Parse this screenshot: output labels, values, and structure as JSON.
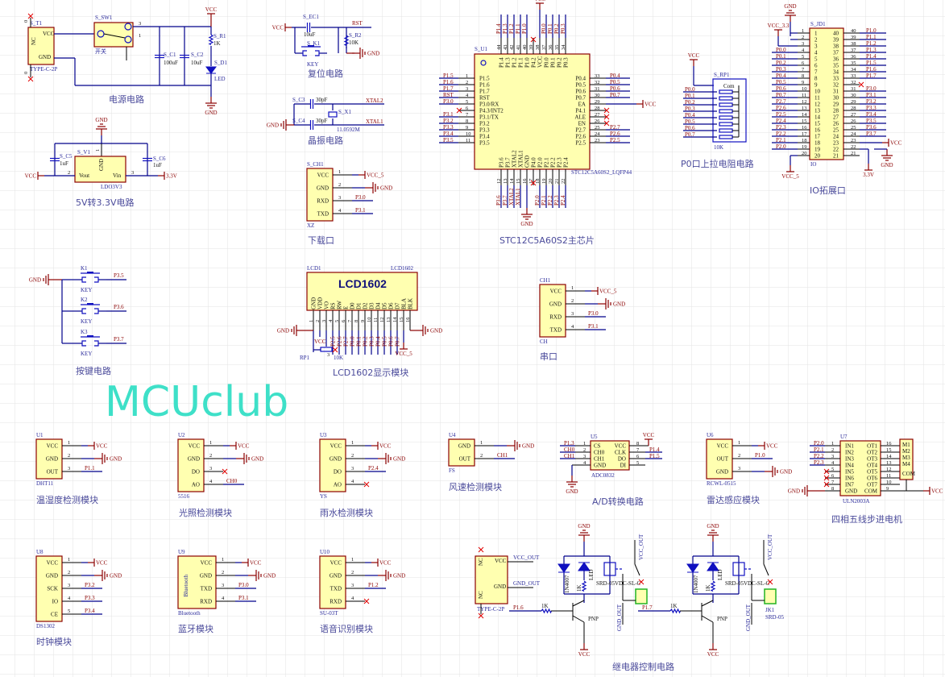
{
  "watermark": "MCUclub",
  "colors": {
    "wire": "#00008b",
    "part_border": "#8b0000",
    "part_fill": "#ffffb0",
    "net": "#8b0000",
    "title": "#4b4b9b",
    "grid": "#e3e3e3"
  },
  "power": {
    "title": "电源电路",
    "usb_ref": "S_T1",
    "usb_part": "TYPE-C-2P",
    "nc": "NC",
    "vcc": "VCC",
    "gnd": "GND",
    "n0": "0",
    "n1": "1",
    "n2": "2",
    "sw_ref": "S_SW1",
    "sw_part": "开关",
    "sw3": "3",
    "sw1": "1",
    "c1_ref": "S_C1",
    "c1_val": "100uF",
    "c2_ref": "S_C2",
    "c2_val": "10uF",
    "vcc_net": "VCC",
    "r_ref": "S_R1",
    "r_val": "1K",
    "d_ref": "S_D1",
    "d_val": "LED",
    "gnd_net": "GND"
  },
  "reset": {
    "title": "复位电路",
    "vcc": "VCC",
    "ec_ref": "S_EC1",
    "ec_val": "10uF",
    "k_ref": "S_K1",
    "k_val": "KEY",
    "rst": "RST",
    "r_ref": "S_R2",
    "r_val": "10K",
    "gnd": "GND"
  },
  "crystal": {
    "title": "晶振电路",
    "c3_ref": "S_C3",
    "c3_val": "30pF",
    "c4_ref": "S_C4",
    "c4_val": "30pF",
    "x_ref": "S_X1",
    "x_val": "11.0592M",
    "xtal2": "XTAL2",
    "xtal1": "XTAL1",
    "gnd": "GND"
  },
  "ldo": {
    "title": "5V转3.3V电路",
    "ref": "S_V1",
    "part": "LDO3V3",
    "gnd_pin": "GND",
    "vout": "Vout",
    "vin": "Vin",
    "p1": "1",
    "p2": "2",
    "p3": "3",
    "c5_ref": "S_C5",
    "c5_val": "1uF",
    "c6_ref": "S_C6",
    "c6_val": "1uF",
    "vcc": "VCC",
    "v33": "3.3V",
    "gnd": "GND"
  },
  "keys": {
    "title": "按键电路",
    "gnd": "GND",
    "items": [
      {
        "ref": "K1",
        "val": "KEY",
        "net": "P3.5"
      },
      {
        "ref": "K2",
        "val": "KEY",
        "net": "P3.6"
      },
      {
        "ref": "K3",
        "val": "KEY",
        "net": "P3.7"
      }
    ]
  },
  "mcu": {
    "title": "STC12C5A60S2主芯片",
    "ref": "S_U1",
    "part": "STC12C5A60S2_LQFP44",
    "vcc": "VCC",
    "gnd": "GND",
    "left": [
      {
        "num": "1",
        "pin": "P1.5",
        "net": "P1.5"
      },
      {
        "num": "2",
        "pin": "P1.6",
        "net": "P1.6"
      },
      {
        "num": "3",
        "pin": "P1.7",
        "net": "P1.7"
      },
      {
        "num": "4",
        "pin": "RST",
        "net": "RST"
      },
      {
        "num": "5",
        "pin": "P3.0/RX",
        "net": "P3.0"
      },
      {
        "num": "6",
        "pin": "P4.3/INT2",
        "net": ""
      },
      {
        "num": "7",
        "pin": "P3.1/TX",
        "net": "P3.1"
      },
      {
        "num": "8",
        "pin": "P3.2",
        "net": "P3.2"
      },
      {
        "num": "9",
        "pin": "P3.3",
        "net": "P3.3"
      },
      {
        "num": "10",
        "pin": "P3.4",
        "net": "P3.4"
      },
      {
        "num": "11",
        "pin": "P3.5",
        "net": "P3.5"
      }
    ],
    "right": [
      {
        "num": "33",
        "pin": "P0.4",
        "net": "P0.4"
      },
      {
        "num": "32",
        "pin": "P0.5",
        "net": "P0.5"
      },
      {
        "num": "31",
        "pin": "P0.6",
        "net": "P0.6"
      },
      {
        "num": "30",
        "pin": "P0.7",
        "net": "P0.7"
      },
      {
        "num": "29",
        "pin": "EA",
        "net": ""
      },
      {
        "num": "28",
        "pin": "P4.1",
        "net": ""
      },
      {
        "num": "27",
        "pin": "ALE",
        "net": ""
      },
      {
        "num": "26",
        "pin": "EN",
        "net": ""
      },
      {
        "num": "25",
        "pin": "P2.7",
        "net": "P2.7"
      },
      {
        "num": "24",
        "pin": "P2.6",
        "net": "P2.6"
      },
      {
        "num": "23",
        "pin": "P2.5",
        "net": "P2.5"
      }
    ],
    "top": [
      {
        "num": "44",
        "pin": "P1.4",
        "net": "P1.4"
      },
      {
        "num": "43",
        "pin": "P1.3",
        "net": "P1.3"
      },
      {
        "num": "42",
        "pin": "P1.2",
        "net": "P1.2"
      },
      {
        "num": "41",
        "pin": "P1.1",
        "net": "P1.1"
      },
      {
        "num": "40",
        "pin": "P1.0",
        "net": "P1.0"
      },
      {
        "num": "39",
        "pin": "P4.2",
        "net": ""
      },
      {
        "num": "38",
        "pin": "VCC",
        "net": ""
      },
      {
        "num": "37",
        "pin": "P0.0",
        "net": "P0.0"
      },
      {
        "num": "36",
        "pin": "P0.1",
        "net": "P0.1"
      },
      {
        "num": "35",
        "pin": "P0.2",
        "net": "P0.2"
      },
      {
        "num": "34",
        "pin": "P0.3",
        "net": "P0.3"
      }
    ],
    "bottom": [
      {
        "num": "12",
        "pin": "P3.6",
        "net": "P3.6"
      },
      {
        "num": "13",
        "pin": "P3.7",
        "net": "P3.7"
      },
      {
        "num": "14",
        "pin": "XTAL2",
        "net": "XTAL2"
      },
      {
        "num": "15",
        "pin": "XTAL1",
        "net": "XTAL1"
      },
      {
        "num": "16",
        "pin": "GND",
        "net": ""
      },
      {
        "num": "17",
        "pin": "P4.0",
        "net": ""
      },
      {
        "num": "18",
        "pin": "P2.0",
        "net": "P2.0"
      },
      {
        "num": "19",
        "pin": "P2.1",
        "net": "P2.1"
      },
      {
        "num": "20",
        "pin": "P2.2",
        "net": "P2.2"
      },
      {
        "num": "21",
        "pin": "P2.3",
        "net": "P2.3"
      },
      {
        "num": "22",
        "pin": "P2.4",
        "net": "P2.4"
      }
    ]
  },
  "pullup": {
    "title": "P0口上拉电阻电路",
    "ref": "S_RP1",
    "val": "10K",
    "com": "Com",
    "vcc": "VCC",
    "nets": [
      "P0.0",
      "P0.1",
      "P0.2",
      "P0.3",
      "P0.4",
      "P0.5",
      "P0.6",
      "P0.7"
    ]
  },
  "io": {
    "title": "IO拓展口",
    "ref": "S_JD1",
    "part": "IO",
    "gnd": "GND",
    "vcc33": "VCC_3.3",
    "vcc5": "VCC_5",
    "v33": "3.3V",
    "vcc": "VCC",
    "gnd2": "GND",
    "left": [
      {
        "num": "1",
        "net": ""
      },
      {
        "num": "2",
        "net": ""
      },
      {
        "num": "3",
        "net": ""
      },
      {
        "num": "4",
        "net": "P0.0"
      },
      {
        "num": "5",
        "net": "P0.1"
      },
      {
        "num": "6",
        "net": "P0.2"
      },
      {
        "num": "7",
        "net": "P0.3"
      },
      {
        "num": "8",
        "net": "P0.4"
      },
      {
        "num": "9",
        "net": "P0.5"
      },
      {
        "num": "10",
        "net": "P0.6"
      },
      {
        "num": "11",
        "net": "P0.7"
      },
      {
        "num": "12",
        "net": "P2.7"
      },
      {
        "num": "13",
        "net": "P2.6"
      },
      {
        "num": "14",
        "net": "P2.5"
      },
      {
        "num": "15",
        "net": "P2.4"
      },
      {
        "num": "16",
        "net": "P2.3"
      },
      {
        "num": "17",
        "net": "P2.2"
      },
      {
        "num": "18",
        "net": "P2.1"
      },
      {
        "num": "19",
        "net": "P2.0"
      },
      {
        "num": "20",
        "net": ""
      }
    ],
    "right": [
      {
        "num": "40",
        "net": "P1.0"
      },
      {
        "num": "39",
        "net": "P1.1"
      },
      {
        "num": "38",
        "net": "P1.2"
      },
      {
        "num": "37",
        "net": "P1.3"
      },
      {
        "num": "36",
        "net": "P1.4"
      },
      {
        "num": "35",
        "net": "P1.5"
      },
      {
        "num": "34",
        "net": "P1.6"
      },
      {
        "num": "33",
        "net": "P1.7"
      },
      {
        "num": "32",
        "net": ""
      },
      {
        "num": "31",
        "net": "P3.0"
      },
      {
        "num": "30",
        "net": "P3.1"
      },
      {
        "num": "29",
        "net": "P3.2"
      },
      {
        "num": "28",
        "net": "P3.3"
      },
      {
        "num": "27",
        "net": "P3.4"
      },
      {
        "num": "26",
        "net": "P3.5"
      },
      {
        "num": "25",
        "net": "P3.6"
      },
      {
        "num": "24",
        "net": "P3.7"
      },
      {
        "num": "23",
        "net": ""
      },
      {
        "num": "22",
        "net": ""
      },
      {
        "num": "21",
        "net": ""
      }
    ]
  },
  "lcd": {
    "title": "LCD1602显示模块",
    "ref": "LCD1",
    "part": "LCD1602",
    "name": "LCD1602",
    "gnd": "GND",
    "gnd2": "GND",
    "vcc": "VCC",
    "vcc5": "VCC_5",
    "rp_ref": "RP1",
    "rp_val": "10K",
    "rp3": "3",
    "pins": [
      {
        "num": "1",
        "pin": "GND",
        "net": ""
      },
      {
        "num": "2",
        "pin": "VDD",
        "net": ""
      },
      {
        "num": "3",
        "pin": "VO",
        "net": ""
      },
      {
        "num": "4",
        "pin": "RS",
        "net": "P2.5"
      },
      {
        "num": "5",
        "pin": "RW",
        "net": "P2.6"
      },
      {
        "num": "6",
        "pin": "E",
        "net": "P2.7"
      },
      {
        "num": "7",
        "pin": "D0",
        "net": "P0.0"
      },
      {
        "num": "8",
        "pin": "D1",
        "net": "P0.1"
      },
      {
        "num": "9",
        "pin": "D2",
        "net": "P0.2"
      },
      {
        "num": "10",
        "pin": "D3",
        "net": "P0.3"
      },
      {
        "num": "11",
        "pin": "D4",
        "net": "P0.4"
      },
      {
        "num": "12",
        "pin": "D5",
        "net": "P0.5"
      },
      {
        "num": "13",
        "pin": "D6",
        "net": "P0.6"
      },
      {
        "num": "14",
        "pin": "D7",
        "net": "P0.7"
      },
      {
        "num": "15",
        "pin": "BLA",
        "net": ""
      },
      {
        "num": "16",
        "pin": "BLK",
        "net": ""
      }
    ]
  },
  "modules": [
    {
      "ref": "S_CH1",
      "part": "XZ",
      "title": "下载口",
      "pins": [
        {
          "name": "VCC",
          "num": "1",
          "net": "VCC_5",
          "kind": "vcc"
        },
        {
          "name": "GND",
          "num": "2",
          "net": "GND",
          "kind": "gnd"
        },
        {
          "name": "RXD",
          "num": "3",
          "net": "P3.0",
          "kind": "net"
        },
        {
          "name": "TXD",
          "num": "4",
          "net": "P3.1",
          "kind": "net"
        }
      ]
    },
    {
      "ref": "CH1",
      "part": "CH",
      "title": "串口",
      "pins": [
        {
          "name": "VCC",
          "num": "1",
          "net": "VCC_5",
          "kind": "vcc"
        },
        {
          "name": "GND",
          "num": "2",
          "net": "GND",
          "kind": "gnd"
        },
        {
          "name": "RXD",
          "num": "3",
          "net": "P3.0",
          "kind": "net"
        },
        {
          "name": "TXD",
          "num": "4",
          "net": "P3.1",
          "kind": "net"
        }
      ]
    },
    {
      "ref": "U1",
      "part": "DHT11",
      "title": "温湿度检测模块",
      "pins": [
        {
          "name": "VCC",
          "num": "1",
          "net": "VCC",
          "kind": "vcc"
        },
        {
          "name": "GND",
          "num": "2",
          "net": "GND",
          "kind": "gnd"
        },
        {
          "name": "OUT",
          "num": "3",
          "net": "P1.1",
          "kind": "net"
        }
      ]
    },
    {
      "ref": "U2",
      "part": "5516",
      "title": "光照检测模块",
      "pins": [
        {
          "name": "VCC",
          "num": "1",
          "net": "VCC",
          "kind": "vcc"
        },
        {
          "name": "GND",
          "num": "2",
          "net": "GND",
          "kind": "gnd"
        },
        {
          "name": "DO",
          "num": "3",
          "net": "",
          "kind": "nc"
        },
        {
          "name": "AO",
          "num": "4",
          "net": "CH0",
          "kind": "net"
        }
      ]
    },
    {
      "ref": "U3",
      "part": "YS",
      "title": "雨水检测模块",
      "pins": [
        {
          "name": "VCC",
          "num": "1",
          "net": "VCC",
          "kind": "vcc"
        },
        {
          "name": "GND",
          "num": "2",
          "net": "GND",
          "kind": "gnd"
        },
        {
          "name": "DO",
          "num": "3",
          "net": "P2.4",
          "kind": "net"
        },
        {
          "name": "AO",
          "num": "4",
          "net": "",
          "kind": "nc"
        }
      ]
    },
    {
      "ref": "U4",
      "part": "FS",
      "title": "风速检测模块",
      "pins": [
        {
          "name": "GND",
          "num": "1",
          "net": "GND",
          "kind": "gnd"
        },
        {
          "name": "OUT",
          "num": "2",
          "net": "CH1",
          "kind": "net"
        }
      ]
    },
    {
      "ref": "U6",
      "part": "RCWL-0515",
      "title": "雷达感应模块",
      "pins": [
        {
          "name": "VCC",
          "num": "1",
          "net": "VCC",
          "kind": "vcc"
        },
        {
          "name": "OUT",
          "num": "2",
          "net": "P1.0",
          "kind": "net"
        },
        {
          "name": "GND",
          "num": "3",
          "net": "GND",
          "kind": "gnd"
        }
      ]
    },
    {
      "ref": "U8",
      "part": "DS1302",
      "title": "时钟模块",
      "pins": [
        {
          "name": "VCC",
          "num": "1",
          "net": "VCC",
          "kind": "vcc"
        },
        {
          "name": "GND",
          "num": "2",
          "net": "GND",
          "kind": "gnd"
        },
        {
          "name": "SCK",
          "num": "3",
          "net": "P3.2",
          "kind": "net"
        },
        {
          "name": "IO",
          "num": "4",
          "net": "P3.3",
          "kind": "net"
        },
        {
          "name": "CE",
          "num": "5",
          "net": "P3.4",
          "kind": "net"
        }
      ]
    },
    {
      "ref": "U9",
      "part": "Bluetooth",
      "title": "蓝牙模块",
      "inner": "Bluetooth",
      "pins": [
        {
          "name": "VCC",
          "num": "1",
          "net": "VCC",
          "kind": "vcc"
        },
        {
          "name": "GND",
          "num": "2",
          "net": "GND",
          "kind": "gnd"
        },
        {
          "name": "TXD",
          "num": "3",
          "net": "P3.0",
          "kind": "net"
        },
        {
          "name": "RXD",
          "num": "4",
          "net": "P3.1",
          "kind": "net"
        }
      ]
    },
    {
      "ref": "U10",
      "part": "SU-03T",
      "title": "语音识别模块",
      "pins": [
        {
          "name": "VCC",
          "num": "1",
          "net": "VCC",
          "kind": "vcc"
        },
        {
          "name": "GND",
          "num": "2",
          "net": "GND",
          "kind": "gnd"
        },
        {
          "name": "TXD",
          "num": "3",
          "net": "P1.2",
          "kind": "net"
        },
        {
          "name": "RXD",
          "num": "4",
          "net": "",
          "kind": "nc"
        }
      ]
    }
  ],
  "adc": {
    "ref": "U5",
    "part": "ADC0832",
    "title": "A/D转换电路",
    "gnd": "GND",
    "vcc": "VCC",
    "left": [
      {
        "num": "1",
        "pin": "CS",
        "net": "P1.3"
      },
      {
        "num": "2",
        "pin": "CH0",
        "net": "CH0"
      },
      {
        "num": "3",
        "pin": "CH1",
        "net": "CH1"
      },
      {
        "num": "4",
        "pin": "GND",
        "net": ""
      }
    ],
    "right": [
      {
        "num": "8",
        "pin": "VCC",
        "net": ""
      },
      {
        "num": "7",
        "pin": "CLK",
        "net": "P1.4"
      },
      {
        "num": "6",
        "pin": "DO",
        "net": "P1.5"
      },
      {
        "num": "5",
        "pin": "DI",
        "net": ""
      }
    ]
  },
  "uln": {
    "ref": "U7",
    "part": "ULN2003A",
    "title": "四相五线步进电机",
    "gnd": "GND",
    "vcc": "VCC",
    "motor": [
      "M1",
      "M2",
      "M3",
      "M4",
      "COM"
    ],
    "left": [
      {
        "num": "1",
        "pin": "IN1",
        "net": "P2.0"
      },
      {
        "num": "2",
        "pin": "IN2",
        "net": "P2.1"
      },
      {
        "num": "3",
        "pin": "IN3",
        "net": "P2.2"
      },
      {
        "num": "4",
        "pin": "IN4",
        "net": "P2.3"
      },
      {
        "num": "5",
        "pin": "IN5",
        "net": ""
      },
      {
        "num": "6",
        "pin": "IN6",
        "net": ""
      },
      {
        "num": "7",
        "pin": "IN7",
        "net": ""
      },
      {
        "num": "8",
        "pin": "GND",
        "net": ""
      }
    ],
    "right": [
      {
        "num": "16",
        "pin": "OT1"
      },
      {
        "num": "15",
        "pin": "OT2"
      },
      {
        "num": "14",
        "pin": "OT3"
      },
      {
        "num": "13",
        "pin": "OT4"
      },
      {
        "num": "12",
        "pin": "OT5"
      },
      {
        "num": "11",
        "pin": "OT6"
      },
      {
        "num": "10",
        "pin": "OT7"
      },
      {
        "num": "9",
        "pin": "COM"
      }
    ]
  },
  "relay": {
    "title": "继电器控制电路",
    "usb_part": "TYPE-C-2P",
    "nc": "NC",
    "vcc": "VCC",
    "gnd": "GND",
    "vcc_out": "VCC_OUT",
    "gnd_out": "GND_OUT",
    "channels": [
      {
        "gnd": "GND",
        "diode": "1N4007",
        "led": "LED",
        "r_led": "1K",
        "relay": "SRD-05VDC-SL-C",
        "vcc_out": "VCC_OUT",
        "gnd_out": "GND_OUT",
        "in": "P1.6",
        "r_in": "1K",
        "tr": "PNP",
        "vcc": "VCC"
      },
      {
        "gnd": "GND",
        "diode": "1N4007",
        "led": "LED",
        "r_led": "1K",
        "relay": "SRD-05VDC-SL-C",
        "vcc_out": "VCC_OUT",
        "gnd_out": "GND_OUT",
        "in": "P1.7",
        "r_in": "1K",
        "tr": "PNP",
        "vcc": "VCC",
        "jk_ref": "JK1",
        "jk_part": "SRD-05"
      }
    ]
  }
}
